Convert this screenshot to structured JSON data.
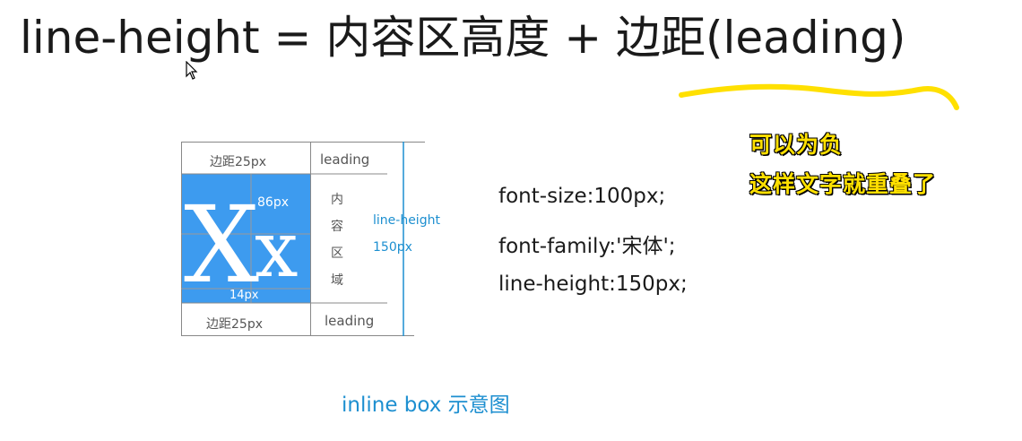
{
  "title": "line-height = 内容区高度 + 边距(leading)",
  "annotation": {
    "line1": "可以为负",
    "line2": "这样文字就重叠了",
    "color": "#ffe000"
  },
  "diagram": {
    "top_margin_label": "边距25px",
    "top_leading_label": "leading",
    "bottom_margin_label": "边距25px",
    "bottom_leading_label": "leading",
    "glyph_big": "X",
    "glyph_small": "x",
    "content_height_label": "86px",
    "descent_label": "14px",
    "content_area_chars": [
      "内",
      "容",
      "区",
      "域"
    ],
    "line_height_label": "line-height",
    "line_height_value": "150px",
    "content_color": "#3d9bef",
    "accent_color": "#1d8fd0"
  },
  "code": {
    "line1": "font-size:100px;",
    "line2": "font-family:'宋体';",
    "line3": "line-height:150px;"
  },
  "caption": "inline box 示意图"
}
